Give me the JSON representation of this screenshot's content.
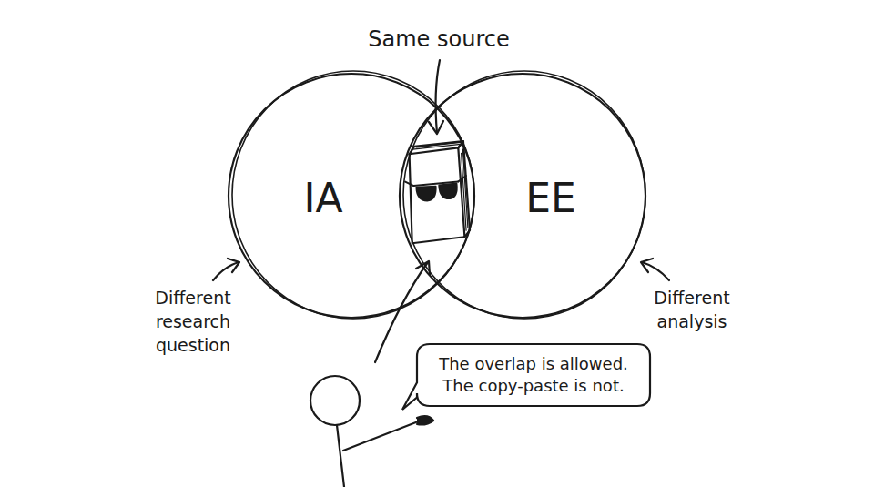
{
  "diagram": {
    "nodes": [
      {
        "text": [
          "IA"
        ]
      },
      {
        "text": [
          "EE"
        ]
      },
      {
        "text": [
          "The overlap is allowed. The copy-paste is not."
        ]
      }
    ],
    "labels": [
      "Same source",
      "Different research question",
      "Different analysis"
    ]
  }
}
